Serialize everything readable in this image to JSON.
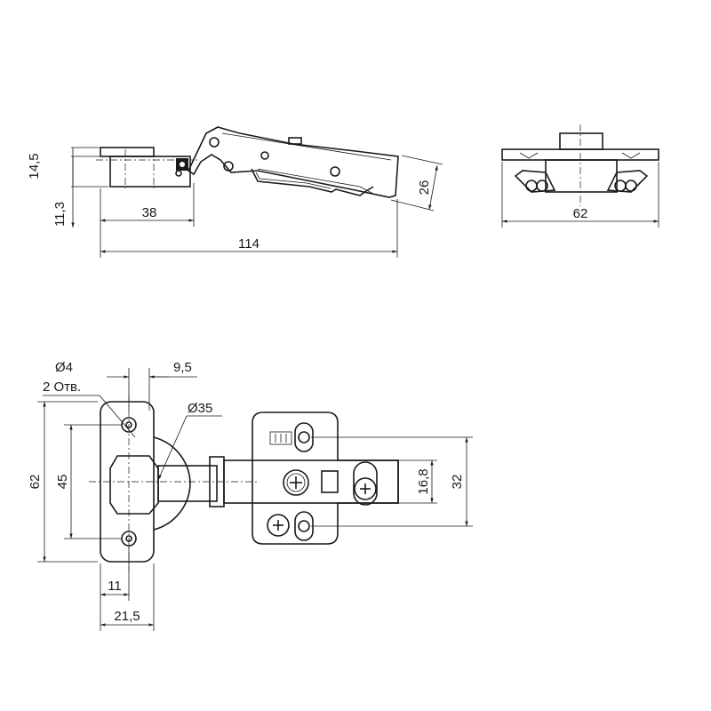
{
  "drawing": {
    "side_view": {
      "dims": {
        "h_top": "14,5",
        "h_bottom": "11,3",
        "w_cup": "38",
        "w_total": "114",
        "arm_height": "26"
      }
    },
    "end_view": {
      "dims": {
        "width": "62"
      }
    },
    "plan_view": {
      "dims": {
        "hole_dia": "Ø4",
        "hole_count": "2 Отв.",
        "offset": "9,5",
        "cup_dia": "Ø35",
        "height_total": "62",
        "hole_spacing": "45",
        "hole_x": "11",
        "plate_width": "21,5",
        "slot_spacing": "16,8",
        "mount_spacing": "32"
      }
    }
  }
}
